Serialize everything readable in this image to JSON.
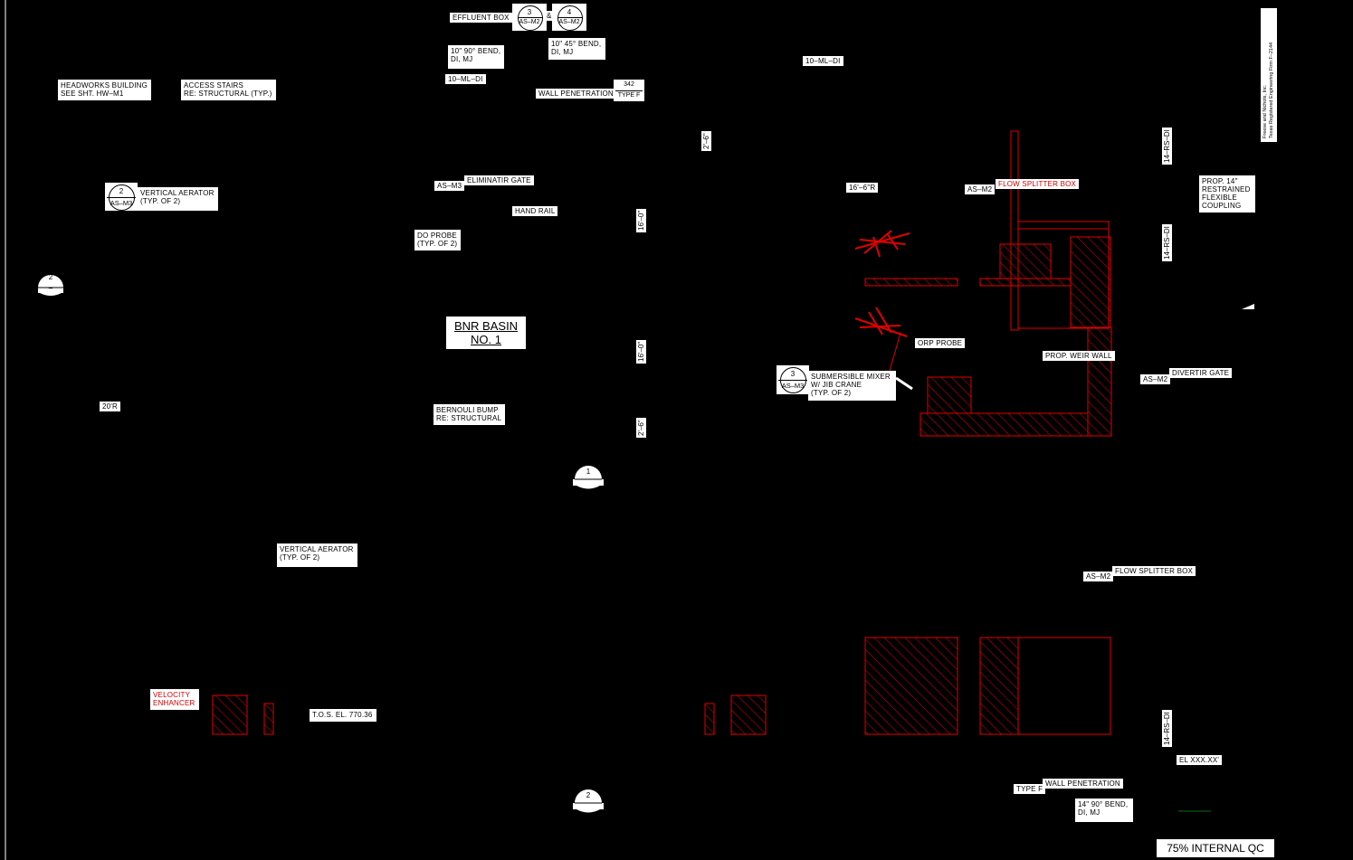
{
  "labels": {
    "effluent_box": "EFFLUENT BOX",
    "amp": "&",
    "bend_10_90": "10\" 90° BEND,\nDI, MJ",
    "bend_10_45": "10\" 45° BEND,\nDI, MJ",
    "pipe_10_ml_di_a": "10–ML–DI",
    "pipe_10_ml_di_b": "10–ML–DI",
    "wall_penetration_top": "WALL PENETRATION",
    "detail_342_num": "342",
    "detail_342_type": "TYPE F",
    "headworks": "HEADWORKS BUILDING\nSEE SHT. HW–M1",
    "access_stairs": "ACCESS STAIRS\nRE: STRUCTURAL (TYP.)",
    "vertical_aerator_top": "VERTICAL AERATOR\n(TYP. OF 2)",
    "eliminatir_gate": "ELIMINATIR GATE",
    "eliminatir_ref": "AS–M3",
    "hand_rail": "HAND RAIL",
    "do_probe": "DO PROBE\n(TYP. OF 2)",
    "basin_title_1": "BNR BASIN",
    "basin_title_2": "NO. 1",
    "radius_20": "20'R",
    "bernoulli": "BERNOULI BUMP\nRE: STRUCTURAL",
    "dim_2_6_top": "2'–6\"",
    "dim_16_0_a": "16'–0\"",
    "dim_16_0_b": "16'–0\"",
    "dim_2_6_bot": "2'–6\"",
    "radius_16_6": "16'–6\"R",
    "flow_splitter_top": "FLOW SPLITTER BOX",
    "flow_splitter_top_ref": "AS–M2",
    "orp_probe": "ORP PROBE",
    "submersible_mixer": "SUBMERSIBLE MIXER\nW/ JIB CRANE\n(TYP. OF 2)",
    "prop_weir_wall": "PROP. WEIR WALL",
    "divertir_gate": "DIVERTIR GATE",
    "divertir_ref": "AS–M2",
    "prop_14_coupling": "PROP. 14\"\nRESTRAINED\nFLEXIBLE\nCOUPLING",
    "pipe_14_rs_di_a": "14–RS–DI",
    "pipe_14_rs_di_b": "14–RS–DI",
    "pipe_14_rs_di_c": "14–RS–DI",
    "vertical_aerator_bot": "VERTICAL AERATOR\n(TYP. OF 2)",
    "flow_splitter_bot": "FLOW SPLITTER BOX",
    "flow_splitter_bot_ref": "AS–M2",
    "velocity_enhancer": "VELOCITY\nENHANCER",
    "tos_el": "T.O.S. EL. 770.36",
    "el_xxx": "EL XXX.XX'",
    "wall_penetration_bot": "WALL PENETRATION",
    "type_f_bot": "TYPE F",
    "bend_14_90": "14\" 90° BEND,\nDI, MJ",
    "qc_stamp": "75% INTERNAL QC",
    "firm": "Freese and Nichols, Inc.\nTexas Registered Engineering Firm F–2144"
  },
  "callouts": {
    "c3_num": "3",
    "c3_ref": "AS–M2",
    "c4_num": "4",
    "c4_ref": "AS–M2",
    "c2_num": "2",
    "c2_ref": "AS–M3",
    "c3b_num": "3",
    "c3b_ref": "AS–M3",
    "sec2_left_num": "2",
    "sec2_left_ref": "–",
    "sec1_num": "1",
    "sec2_bot_num": "2"
  },
  "colors": {
    "background": "#000000",
    "label_bg": "#ffffff",
    "linework": "#ffffff",
    "new_work": "#e00000",
    "accent_line": "#0b6b0b"
  }
}
